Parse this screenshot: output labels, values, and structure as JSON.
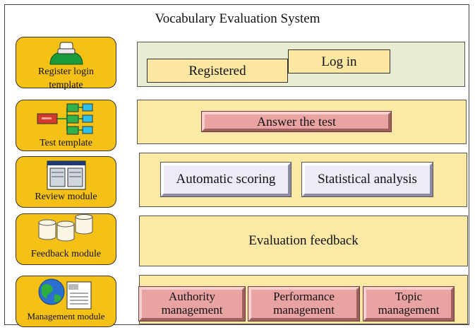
{
  "title": "Vocabulary Evaluation System",
  "modules": [
    {
      "label_line1": "Register login",
      "label_line2": "template",
      "icon": "user-icon"
    },
    {
      "label": "Test template",
      "icon": "flowchart-icon"
    },
    {
      "label": "Review module",
      "icon": "server-icon"
    },
    {
      "label": "Feedback module",
      "icon": "database-cylinders-icon"
    },
    {
      "label": "Management module",
      "icon": "globe-document-icon"
    }
  ],
  "row1": {
    "registered": "Registered",
    "login": "Log in"
  },
  "row2": {
    "answer": "Answer the test"
  },
  "row3": {
    "scoring": "Automatic scoring",
    "analysis": "Statistical analysis"
  },
  "row4": {
    "feedback": "Evaluation feedback"
  },
  "row5": {
    "authority_line1": "Authority",
    "authority_line2": "management",
    "performance_line1": "Performance",
    "performance_line2": "management",
    "topic_line1": "Topic",
    "topic_line2": "management"
  },
  "colors": {
    "module_fill": "#f5c116",
    "panel_green": "#e9ecd3",
    "panel_yellow": "#fde9a6",
    "button_pink": "#e9a3a3",
    "button_lavender": "#ecebf6"
  }
}
